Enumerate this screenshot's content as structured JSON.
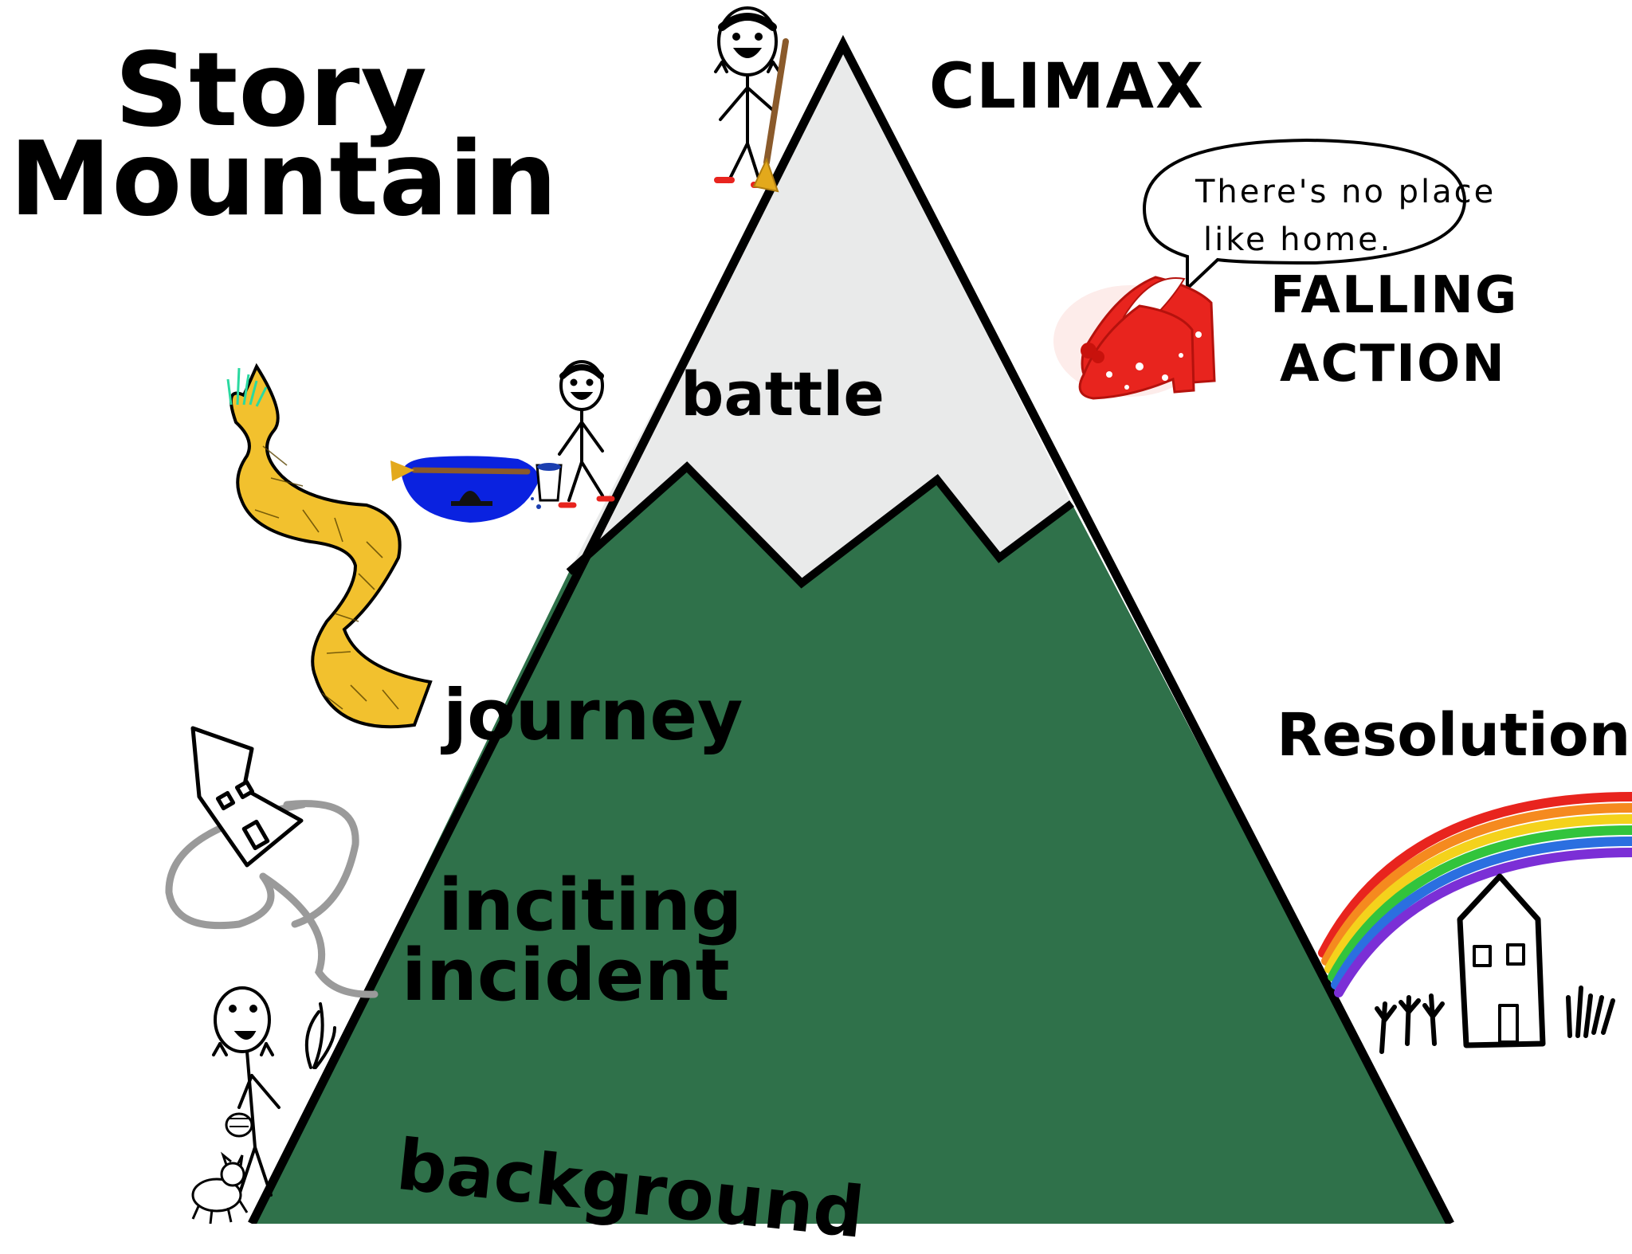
{
  "title": {
    "line1": "Story",
    "line2": "Mountain"
  },
  "labels": {
    "climax": "CLIMAX",
    "falling_action_1": "FALLING",
    "falling_action_2": "ACTION",
    "resolution": "Resolution",
    "battle": "battle",
    "journey": "journey",
    "inciting_1": "inciting",
    "inciting_2": "incident",
    "background": "background"
  },
  "speech_bubble": {
    "line1": "There's no place",
    "line2": "like home."
  },
  "colors": {
    "mountain_green": "#2f714a",
    "snow": "#e9eaea",
    "outline": "#000000",
    "puddle": "#0a22e0",
    "road": "#f2c12e",
    "slippers": "#e8241e",
    "tornado": "#9a9a9a"
  },
  "icons": [
    "stick-figure-icon",
    "broom-icon",
    "witch-hat-icon",
    "bucket-icon",
    "yellow-brick-road-icon",
    "house-icon",
    "tornado-icon",
    "ruby-slippers-icon",
    "rainbow-icon",
    "dog-icon",
    "basket-icon",
    "grass-icon"
  ]
}
